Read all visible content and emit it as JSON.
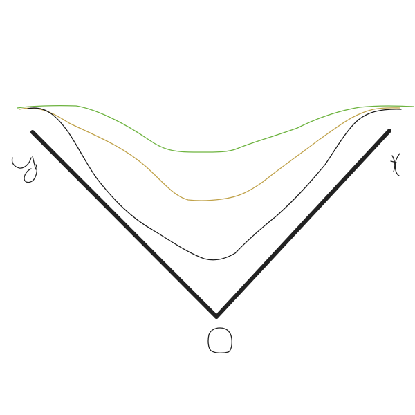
{
  "diagram": {
    "labels": {
      "left_axis": "y",
      "right_axis": "x",
      "origin": "O"
    },
    "colors": {
      "axes": "#222222",
      "curve_green": "#6db33f",
      "curve_gold": "#c0a24a",
      "curve_black": "#1a1a1a",
      "handwriting": "#222222"
    },
    "curves": [
      {
        "color_key": "curve_green"
      },
      {
        "color_key": "curve_gold"
      },
      {
        "color_key": "curve_black"
      }
    ]
  }
}
